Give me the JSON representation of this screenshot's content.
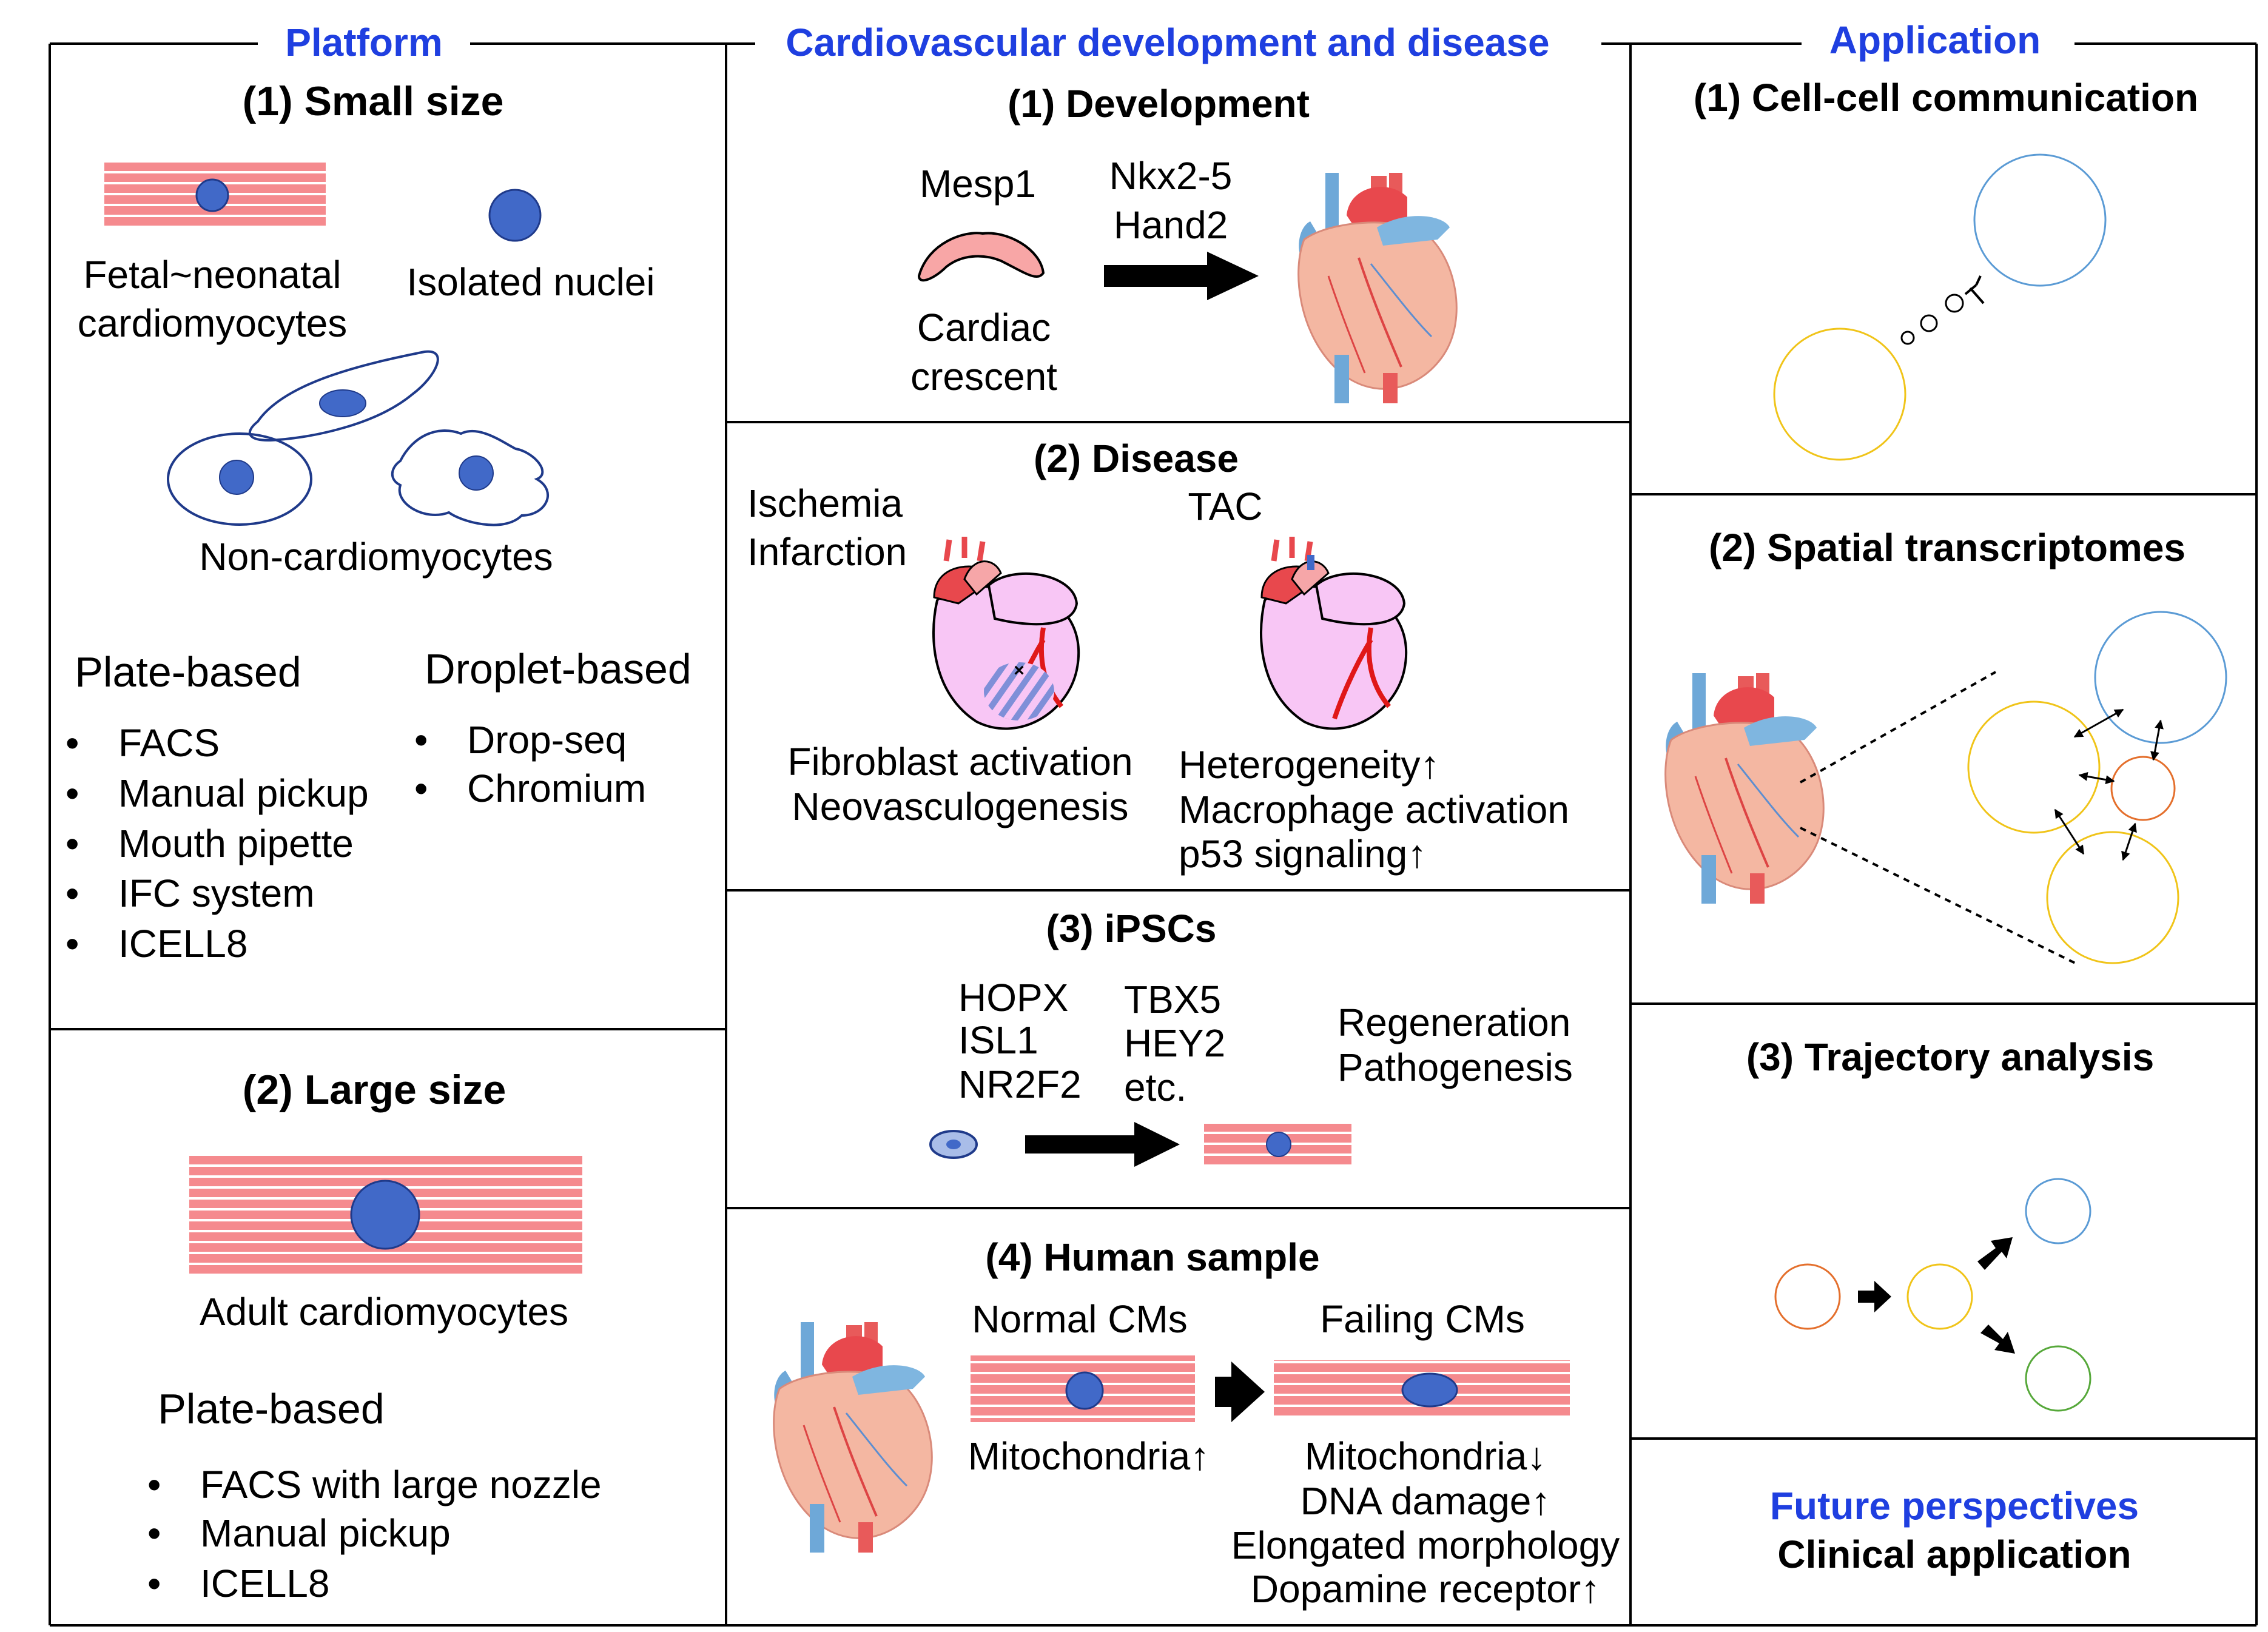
{
  "headers": {
    "platform": "Platform",
    "cardio": "Cardiovascular development and disease",
    "application": "Application"
  },
  "platform": {
    "small": {
      "title": "(1) Small size",
      "fetal_line1": "Fetal~neonatal",
      "fetal_line2": "cardiomyocytes",
      "nuclei": "Isolated nuclei",
      "noncm": "Non-cardiomyocytes",
      "plate_heading": "Plate-based",
      "plate_items": [
        "FACS",
        "Manual pickup",
        "Mouth pipette",
        "IFC system",
        "ICELL8"
      ],
      "droplet_heading": "Droplet-based",
      "droplet_items": [
        "Drop-seq",
        "Chromium"
      ]
    },
    "large": {
      "title": "(2) Large size",
      "adult": "Adult cardiomyocytes",
      "plate_heading": "Plate-based",
      "plate_items": [
        "FACS with large nozzle",
        "Manual pickup",
        "ICELL8"
      ]
    }
  },
  "cardio": {
    "development": {
      "title": "(1) Development",
      "mesp": "Mesp1",
      "nkx": "Nkx2-5",
      "hand": "Hand2",
      "crescent1": "Cardiac",
      "crescent2": "crescent"
    },
    "disease": {
      "title": "(2) Disease",
      "ischemia": "Ischemia",
      "infarction": "Infarction",
      "tac": "TAC",
      "left_notes": [
        "Fibroblast activation",
        "Neovasculogenesis"
      ],
      "right_notes": [
        "Heterogeneity↑",
        "Macrophage activation",
        "p53 signaling↑"
      ]
    },
    "ipsc": {
      "title": "(3) iPSCs",
      "genes1": [
        "HOPX",
        "ISL1",
        "NR2F2"
      ],
      "genes2": [
        "TBX5",
        "HEY2",
        "etc."
      ],
      "outcomes": [
        "Regeneration",
        "Pathogenesis"
      ]
    },
    "human": {
      "title": "(4) Human sample",
      "normal": "Normal CMs",
      "failing": "Failing CMs",
      "normal_notes": [
        "Mitochondria↑"
      ],
      "failing_notes": [
        "Mitochondria↓",
        "DNA damage↑",
        "Elongated morphology",
        "Dopamine receptor↑"
      ]
    }
  },
  "application": {
    "cellcell": {
      "title": "(1) Cell-cell communication"
    },
    "spatial": {
      "title": "(2) Spatial transcriptomes"
    },
    "trajectory": {
      "title": "(3) Trajectory analysis"
    },
    "future": {
      "line1": "Future perspectives",
      "line2": "Clinical application"
    }
  },
  "colors": {
    "header_blue": "#1f3fe0",
    "cm_pink": "#f47f84",
    "nucleus_blue": "#4169c8",
    "heart_pink": "#f8c6f5",
    "circle_yellow": "#f0c419",
    "circle_blue": "#5b9bd5",
    "circle_orange": "#e46f2c",
    "circle_green": "#56a83a"
  }
}
